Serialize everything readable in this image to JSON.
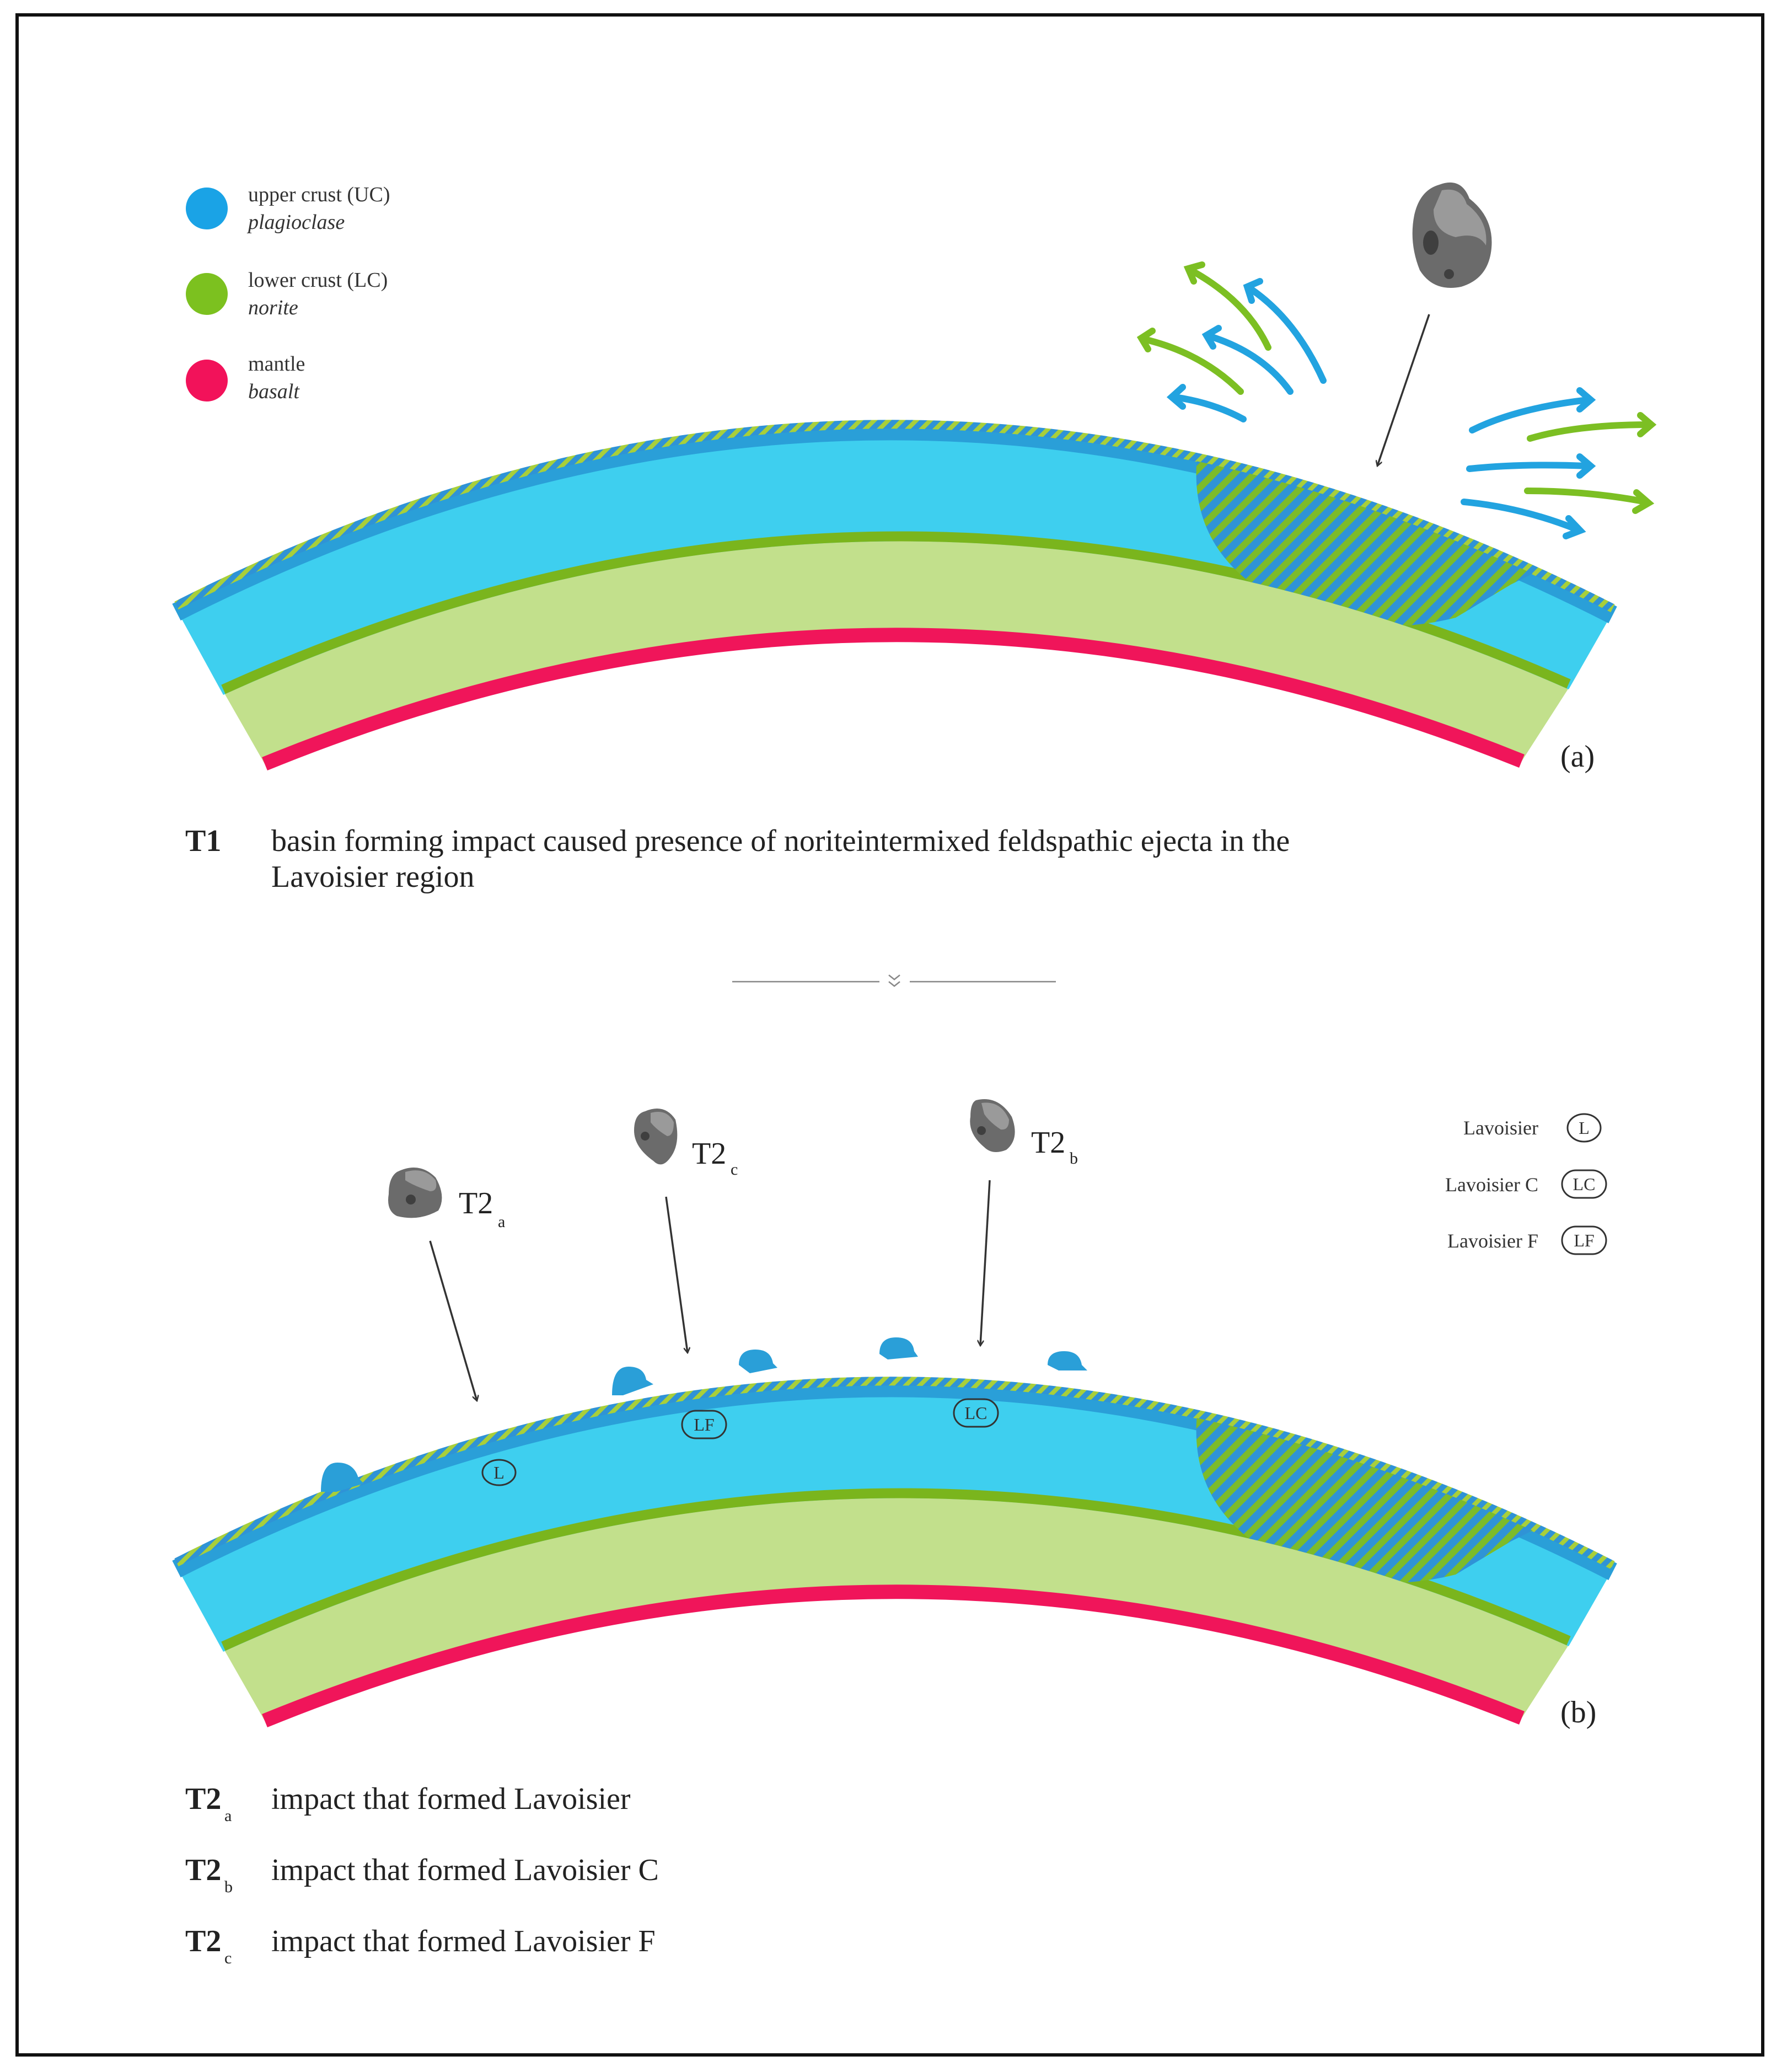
{
  "colors": {
    "upper_crust": "#3ecfef",
    "upper_crust_dark": "#2a9fd8",
    "lower_crust": "#c2e08c",
    "lower_crust_line": "#7ab51d",
    "mantle": "#f0155a",
    "arrow_blue": "#22a3e0",
    "arrow_green": "#7cbf23",
    "impactor": "#6b6b6b"
  },
  "legend": [
    {
      "name": "upper crust (UC)",
      "rock": "plagioclase",
      "color": "#1aa3e6",
      "icon": "blue-dot"
    },
    {
      "name": "lower crust (LC)",
      "rock": "norite",
      "color": "#7cc11f",
      "icon": "green-dot"
    },
    {
      "name": "mantle",
      "rock": "basalt",
      "color": "#f2125a",
      "icon": "red-dot"
    }
  ],
  "panel_a": {
    "label": "(a)",
    "caption_code": "T1",
    "caption_text_line1": "basin forming impact caused presence of noriteintermixed feldspathic ejecta in the",
    "caption_text_line2": "Lavoisier region"
  },
  "panel_b": {
    "label": "(b)",
    "impactors": [
      {
        "code": "T2",
        "sub": "a"
      },
      {
        "code": "T2",
        "sub": "c"
      },
      {
        "code": "T2",
        "sub": "b"
      }
    ],
    "crater_markers": [
      {
        "abbr": "L"
      },
      {
        "abbr": "LF"
      },
      {
        "abbr": "LC"
      }
    ],
    "crater_legend": [
      {
        "name": "Lavoisier",
        "abbr": "L"
      },
      {
        "name": "Lavoisier C",
        "abbr": "LC"
      },
      {
        "name": "Lavoisier F",
        "abbr": "LF"
      }
    ],
    "captions": [
      {
        "code": "T2",
        "sub": "a",
        "text": "impact that formed Lavoisier"
      },
      {
        "code": "T2",
        "sub": "b",
        "text": "impact that formed Lavoisier C"
      },
      {
        "code": "T2",
        "sub": "c",
        "text": "impact that formed Lavoisier F"
      }
    ]
  }
}
